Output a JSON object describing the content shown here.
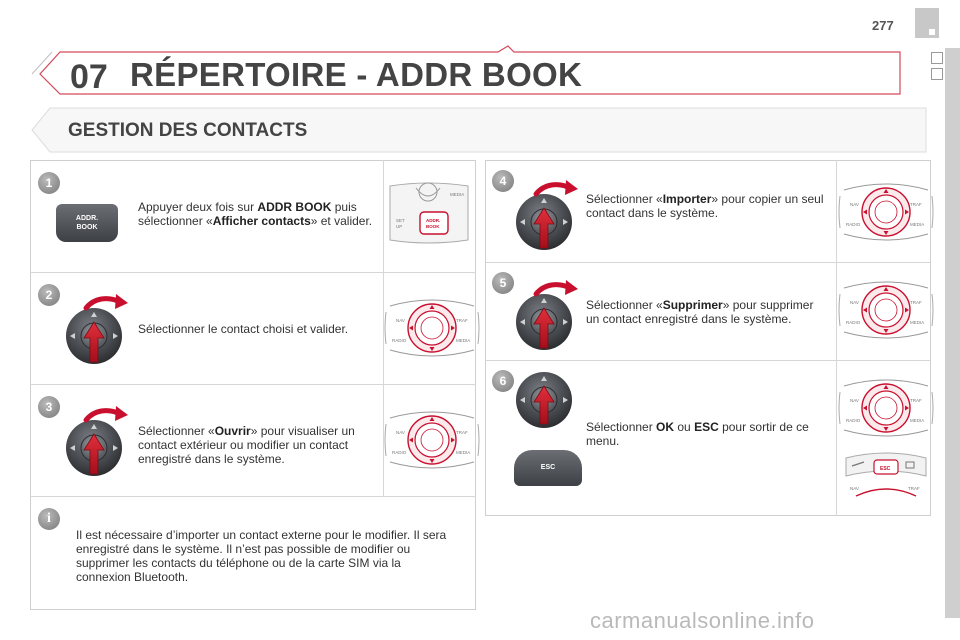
{
  "header": {
    "page_number": "277",
    "chapter_number": "07",
    "chapter_title": "RÉPERTOIRE - ADDR BOOK",
    "section_title": "GESTION DES CONTACTS"
  },
  "steps_left": [
    {
      "number": "1",
      "t1": "Appuyer deux fois sur ",
      "b1": "ADDR BOOK",
      "t2": " puis sélectionner «",
      "b2": "Afficher contacts",
      "t3": "» et valider."
    },
    {
      "number": "2",
      "t1": "Sélectionner le contact choisi et valider."
    },
    {
      "number": "3",
      "t1": "Sélectionner «",
      "b1": "Ouvrir",
      "t2": "» pour visualiser un contact extérieur ou modifier un contact enregistré dans le système."
    }
  ],
  "steps_right": [
    {
      "number": "4",
      "t1": "Sélectionner «",
      "b1": "Importer",
      "t2": "» pour copier un seul contact dans le système."
    },
    {
      "number": "5",
      "t1": "Sélectionner «",
      "b1": "Supprimer",
      "t2": "» pour supprimer un contact enregistré dans le système."
    },
    {
      "number": "6",
      "t1": "Sélectionner ",
      "b1": "OK",
      "t2": " ou ",
      "b2": "ESC",
      "t3": " pour sortir de ce menu."
    }
  ],
  "info": {
    "icon_letter": "i",
    "text": "Il est nécessaire d’importer un contact externe pour le modifier. Il sera enregistré dans le système. Il n’est pas possible de modifier ou supprimer les contacts du téléphone ou de la carte SIM via la connexion Bluetooth."
  },
  "buttons": {
    "addr_book_line1": "ADDR.",
    "addr_book_line2": "BOOK",
    "esc": "ESC",
    "panel_set_line1": "SET",
    "panel_set_line2": "UP",
    "panel_media": "MEDIA",
    "panel_addr_line1": "ADDR.",
    "panel_addr_line2": "BOOK"
  },
  "dial_labels": {
    "nav": "NAV",
    "traf": "TRAF",
    "radio": "RADIO",
    "media": "MEDIA"
  },
  "watermark": "carmanualsonline.info",
  "colors": {
    "accent_red": "#c8102e",
    "step_gray": "#8a8a8a"
  }
}
